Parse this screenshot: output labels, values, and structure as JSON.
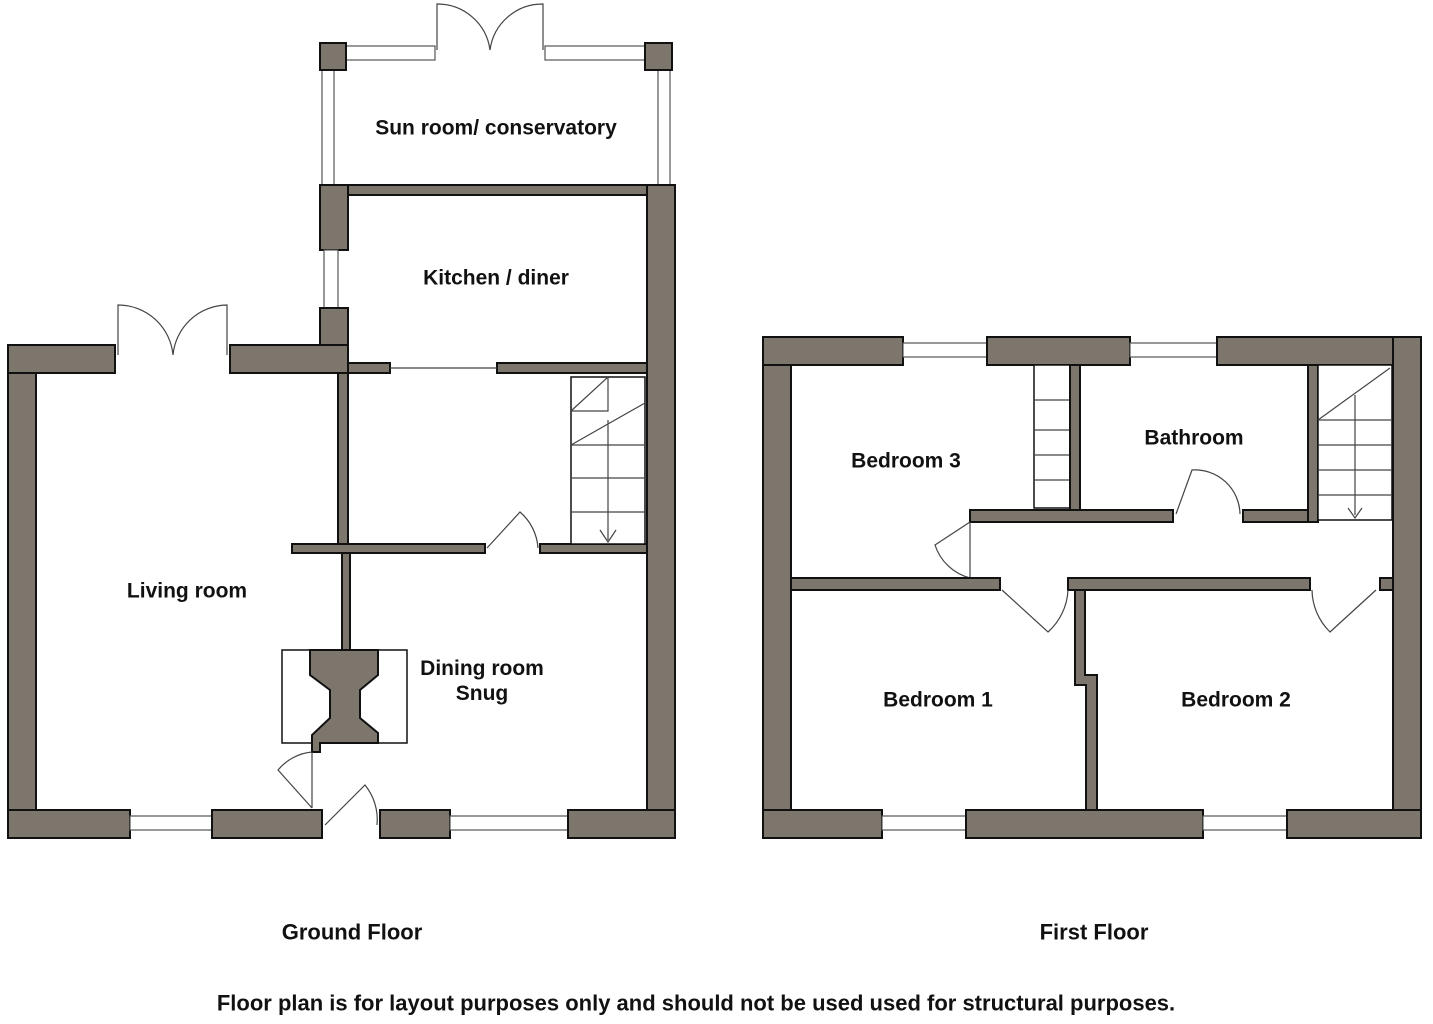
{
  "ground_floor": {
    "title": "Ground Floor",
    "rooms": {
      "sunroom": "Sun room/ conservatory",
      "kitchen": "Kitchen / diner",
      "living": "Living room",
      "dining_line1": "Dining room",
      "dining_line2": "Snug"
    }
  },
  "first_floor": {
    "title": "First Floor",
    "rooms": {
      "bedroom3": "Bedroom 3",
      "bathroom": "Bathroom",
      "bedroom1": "Bedroom 1",
      "bedroom2": "Bedroom 2"
    }
  },
  "disclaimer": "Floor plan is for layout purposes only and should not be used used for structural purposes.",
  "colors": {
    "wall": "#7d766d"
  }
}
